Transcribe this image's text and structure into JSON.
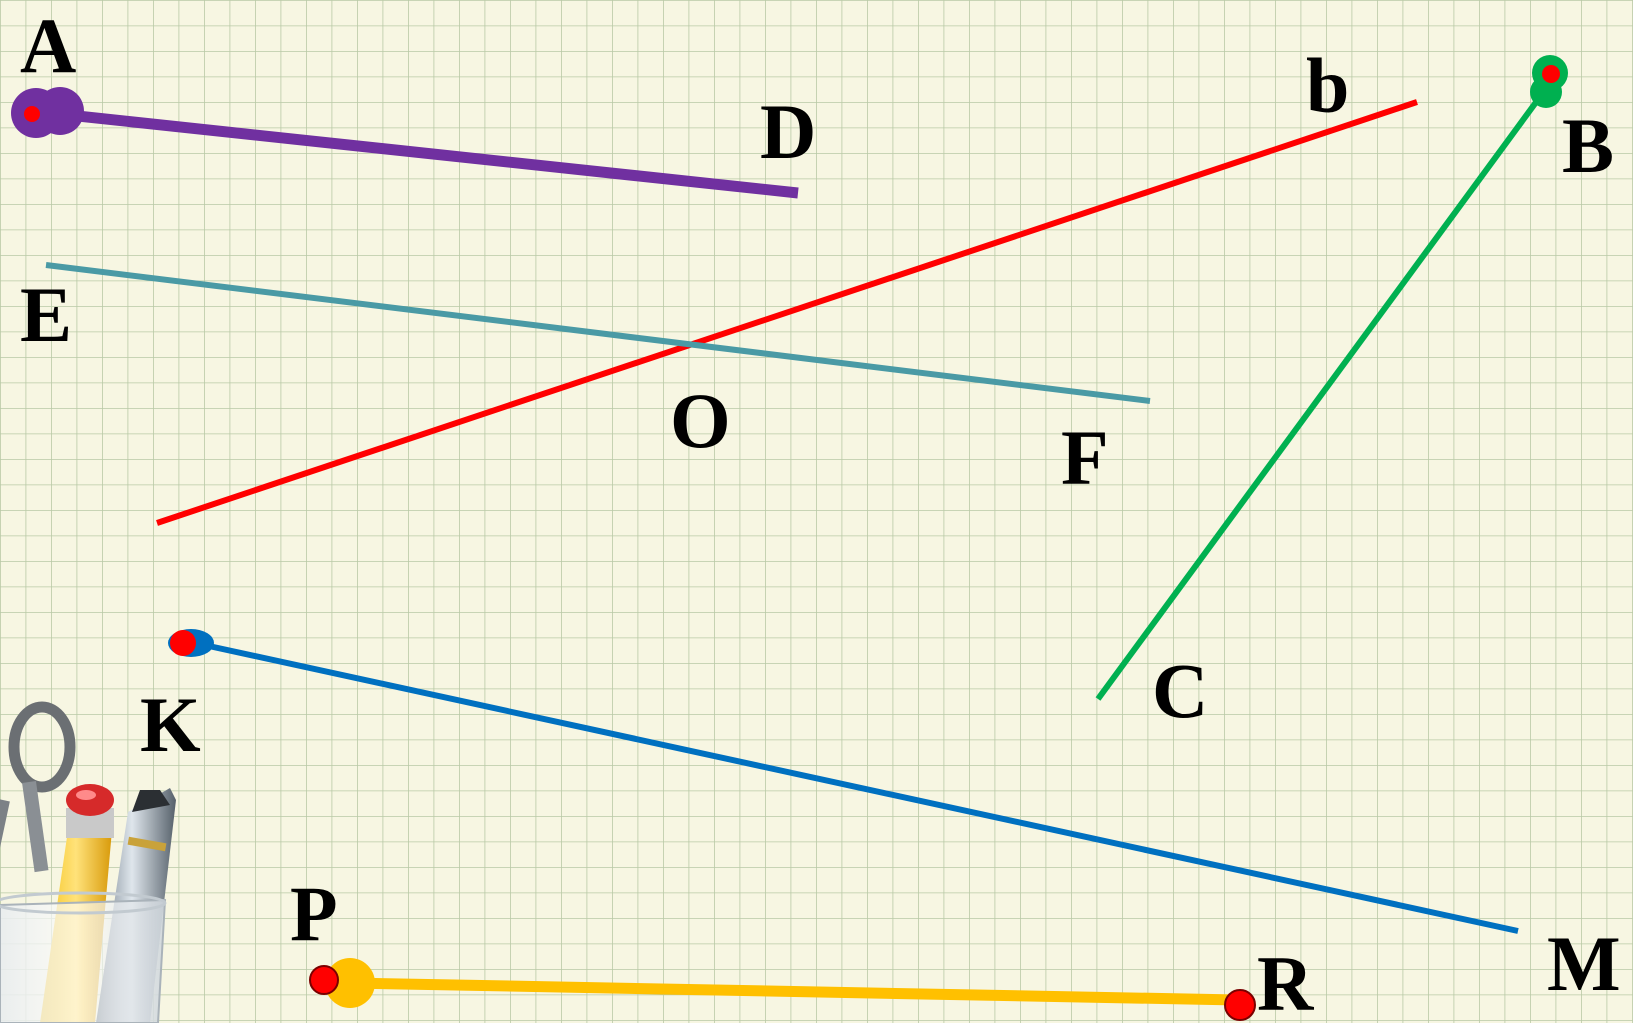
{
  "labels": {
    "A": "A",
    "D": "D",
    "b": "b",
    "B": "B",
    "E": "E",
    "O": "O",
    "F": "F",
    "C": "C",
    "K": "K",
    "M": "M",
    "P": "P",
    "R": "R"
  },
  "colors": {
    "background": "#f7f6e2",
    "grid": "#b9c9a6",
    "segment_AD": "#7030a0",
    "line_b": "#ff0000",
    "line_EF": "#4a9aa5",
    "segment_BC": "#00b050",
    "segment_KM": "#0070c0",
    "segment_PR": "#ffc000",
    "point_dot": "#ff0000"
  },
  "decoration": {
    "corner_icon": "stationery-cup-icon"
  }
}
